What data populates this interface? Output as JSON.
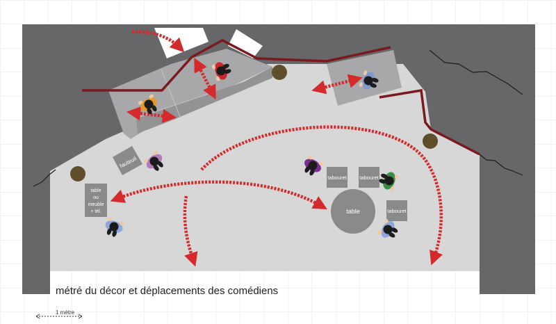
{
  "caption": "métré du décor et déplacements des comédiens",
  "scale_label": "1 mètre",
  "labels": {
    "fauteuil": "fauteuil",
    "side_table": [
      "table",
      "ou",
      "meuble",
      "+ tél."
    ],
    "table": "table",
    "tabouret": "tabouret"
  },
  "colors": {
    "backstage": "#67676a",
    "stage_floor": "#d7d7d8",
    "platform": "#a7a7a9",
    "platform_dark": "#8f8f92",
    "wall": "#7a1a1e",
    "path": "#d42a2c",
    "prop": "#8a8a8d",
    "pillar": "#5e4f2a",
    "grid": "#e4e4e4"
  },
  "actors": [
    {
      "name": "orange",
      "color": "#e39a2b"
    },
    {
      "name": "red",
      "color": "#c9262b"
    },
    {
      "name": "blue-top",
      "color": "#7f98cf"
    },
    {
      "name": "purple-left",
      "color": "#b27ab9"
    },
    {
      "name": "purple-center",
      "color": "#7a2f8e"
    },
    {
      "name": "green",
      "color": "#3a8f4a"
    },
    {
      "name": "blue-bottom-left",
      "color": "#8fa6da"
    },
    {
      "name": "blue-bottom-right",
      "color": "#8fa6da"
    }
  ]
}
